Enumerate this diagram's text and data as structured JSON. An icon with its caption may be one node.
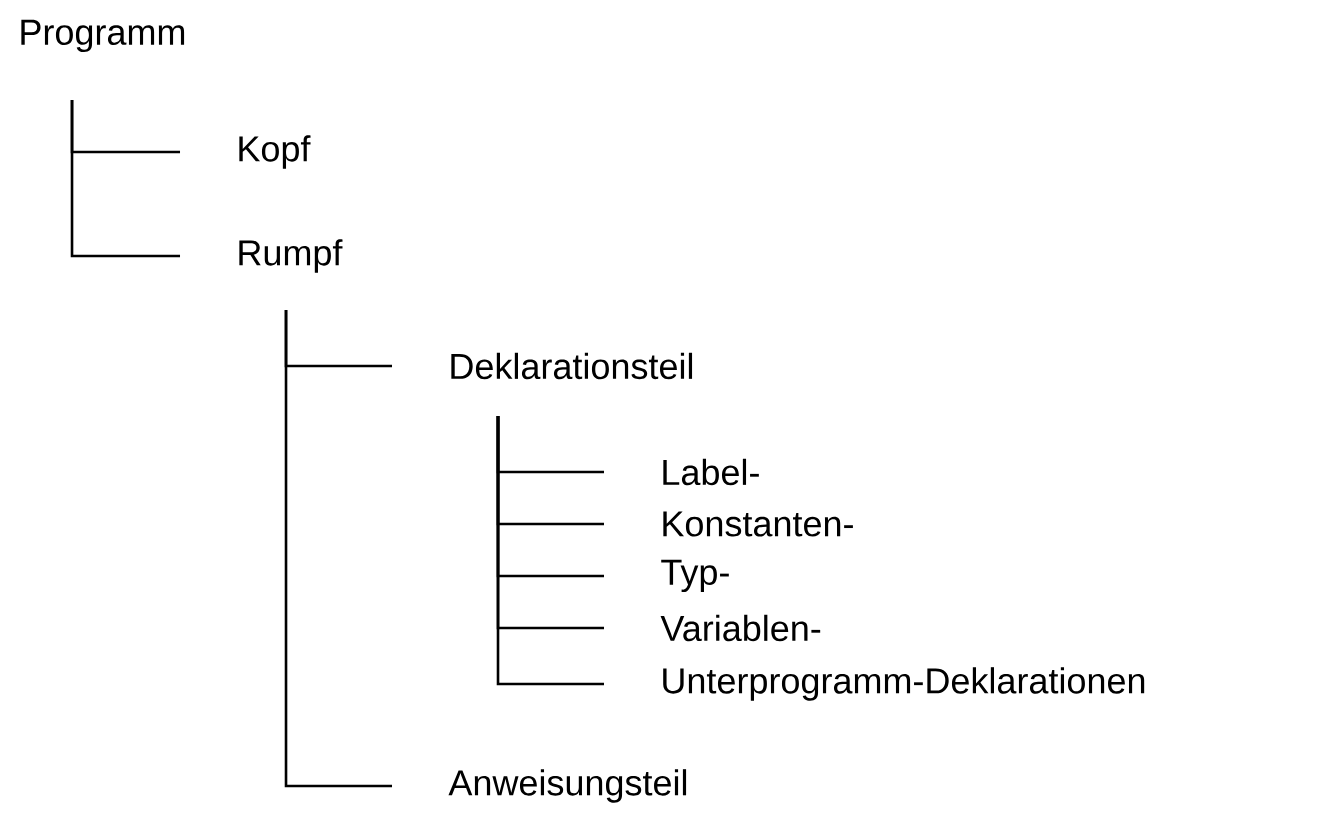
{
  "diagram": {
    "nodes": [
      {
        "text": [
          "Programm"
        ]
      },
      {
        "text": [
          "Kopf"
        ]
      },
      {
        "text": [
          "Rumpf"
        ]
      },
      {
        "text": [
          "Deklarationsteil"
        ]
      },
      {
        "text": [
          "Label-"
        ]
      },
      {
        "text": [
          "Konstanten-"
        ]
      },
      {
        "text": [
          "Typ-"
        ]
      },
      {
        "text": [
          "Variablen-"
        ]
      },
      {
        "text": [
          "Unterprogramm-Deklarationen"
        ]
      },
      {
        "text": [
          "Anweisungsteil"
        ]
      }
    ],
    "edges": [
      {
        "from": 0,
        "to": 1,
        "arrow": "none"
      },
      {
        "from": 0,
        "to": 2,
        "arrow": "none"
      },
      {
        "from": 2,
        "to": 3,
        "arrow": "none"
      },
      {
        "from": 2,
        "to": 9,
        "arrow": "none"
      },
      {
        "from": 3,
        "to": 4,
        "arrow": "none"
      },
      {
        "from": 3,
        "to": 5,
        "arrow": "none"
      },
      {
        "from": 3,
        "to": 6,
        "arrow": "none"
      },
      {
        "from": 3,
        "to": 7,
        "arrow": "none"
      },
      {
        "from": 3,
        "to": 8,
        "arrow": "none"
      }
    ]
  }
}
